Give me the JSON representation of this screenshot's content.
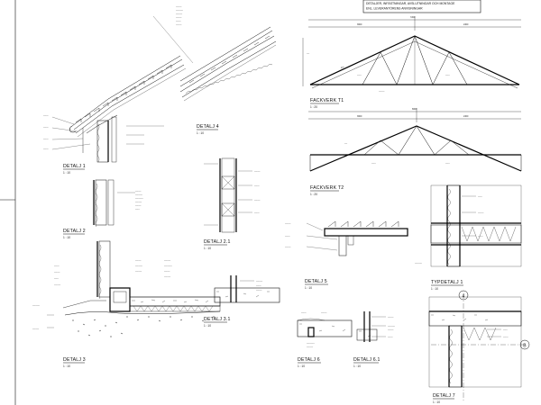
{
  "header_note": {
    "line1": "DETALJER, INFÄSTNINGAR, AVSLUTNINGAR OCH MONTAGE",
    "line2": "ENL. LEVERANTÖRENS ANVISNINGAR"
  },
  "scale_text": "1 : 10",
  "scale_text_truss": "1 : 20",
  "details": [
    {
      "id": "d1",
      "title": "DETALJ 1",
      "scale": "1 : 10"
    },
    {
      "id": "d2",
      "title": "DETALJ 2",
      "scale": "1 : 10"
    },
    {
      "id": "d3",
      "title": "DETALJ 3",
      "scale": "1 : 10"
    },
    {
      "id": "d4",
      "title": "DETALJ 4",
      "scale": "1 : 10"
    },
    {
      "id": "d21",
      "title": "DETALJ 2.1",
      "scale": "1 : 10"
    },
    {
      "id": "d31",
      "title": "DETALJ 3.1",
      "scale": "1 : 10"
    },
    {
      "id": "d5",
      "title": "DETALJ 5",
      "scale": "1 : 10"
    },
    {
      "id": "d6",
      "title": "DETALJ 6",
      "scale": "1 : 10"
    },
    {
      "id": "d61",
      "title": "DETALJ 6.1",
      "scale": "1 : 10"
    },
    {
      "id": "fv1",
      "title": "FACKVERK T1",
      "scale": "1 : 20"
    },
    {
      "id": "fv2",
      "title": "FACKVERK T2",
      "scale": "1 : 20"
    },
    {
      "id": "td",
      "title": "TYPDETALJ 1",
      "scale": "1 : 10"
    },
    {
      "id": "d7",
      "title": "DETALJ 7",
      "scale": "1 : 10"
    }
  ],
  "grid_bubbles": [
    "4",
    "B"
  ],
  "truss": {
    "dims_top": [
      "3600",
      "2400",
      "3600",
      "2400"
    ],
    "dims_bottom": [
      "7200",
      "6600"
    ],
    "angle": "27°"
  }
}
